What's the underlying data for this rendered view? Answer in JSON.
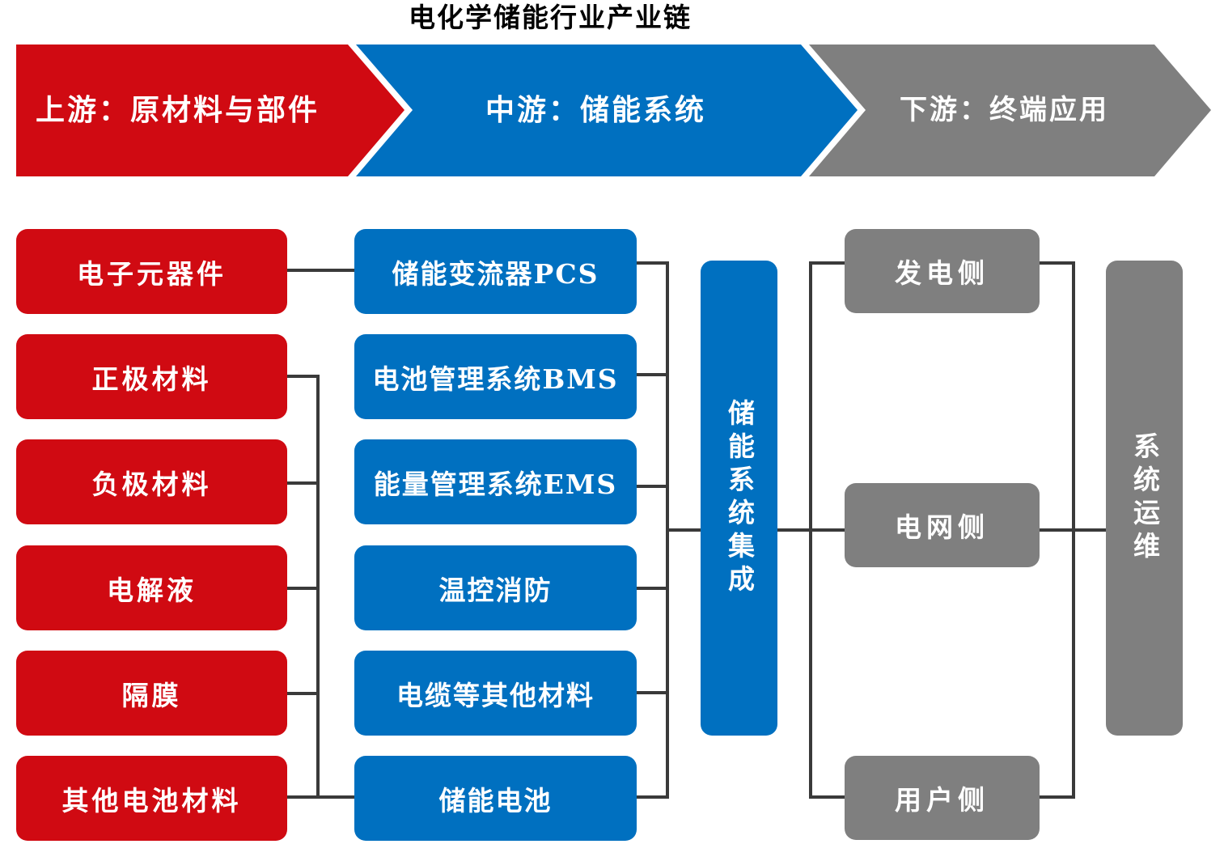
{
  "title": "电化学储能行业产业链",
  "stages": [
    {
      "label": "上游：原材料与部件",
      "color": "#d00a12"
    },
    {
      "label": "中游：储能系统",
      "color": "#0070c0"
    },
    {
      "label": "下游：终端应用",
      "color": "#7f7f7f"
    }
  ],
  "upstream": {
    "items": [
      "电子元器件",
      "正极材料",
      "负极材料",
      "电解液",
      "隔膜",
      "其他电池材料"
    ]
  },
  "midstream": {
    "items": [
      "储能变流器PCS",
      "电池管理系统BMS",
      "能量管理系统EMS",
      "温控消防",
      "电缆等其他材料",
      "储能电池"
    ],
    "integration": "储能系统集成"
  },
  "downstream": {
    "items": [
      "发电侧",
      "电网侧",
      "用户侧"
    ],
    "operations": "系统运维"
  },
  "connections": [
    {
      "from": "电子元器件",
      "to": "储能变流器PCS"
    },
    {
      "from": [
        "正极材料",
        "负极材料",
        "电解液",
        "隔膜",
        "其他电池材料"
      ],
      "to": "储能电池"
    },
    {
      "from": [
        "储能变流器PCS",
        "电池管理系统BMS",
        "能量管理系统EMS",
        "温控消防",
        "电缆等其他材料",
        "储能电池"
      ],
      "to": "储能系统集成"
    },
    {
      "from": "储能系统集成",
      "to": [
        "发电侧",
        "电网侧",
        "用户侧"
      ]
    },
    {
      "from": [
        "发电侧",
        "电网侧",
        "用户侧"
      ],
      "to": "系统运维"
    }
  ],
  "colors": {
    "upstream": "#d00a12",
    "midstream": "#0070c0",
    "downstream": "#7f7f7f",
    "connector": "#3a3a3a"
  }
}
